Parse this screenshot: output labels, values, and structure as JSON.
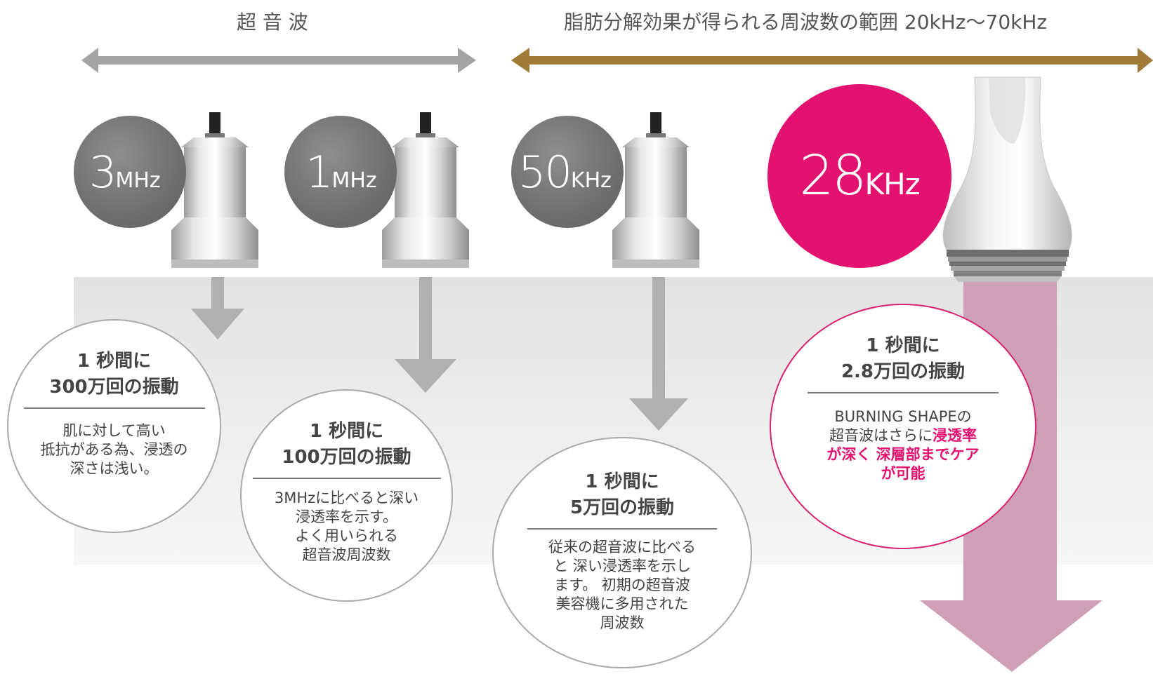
{
  "header": {
    "left_label": "超 音 波",
    "right_label": "脂肪分解効果が得られる周波数の範囲 20kHz〜70kHz"
  },
  "colors": {
    "left_arrow": "#a4a4a4",
    "right_arrow": "#a07b37",
    "highlight": "#e3116f",
    "down_arrow_gray": "#b0b0b0",
    "down_arrow_pink": "#cf9fb6"
  },
  "frequencies": [
    {
      "value": "3",
      "unit": "MHz",
      "title_line1": "1 秒間に",
      "title_line2": "300万回の振動",
      "desc": [
        "肌に対して高い",
        "抵抗がある為、浸透の",
        "深さは浅い。"
      ]
    },
    {
      "value": "1",
      "unit": "MHz",
      "title_line1": "1 秒間に",
      "title_line2": "100万回の振動",
      "desc": [
        "3MHzに比べると深い",
        "浸透率を示す。",
        "よく用いられる",
        "超音波周波数"
      ]
    },
    {
      "value": "50",
      "unit": "KHz",
      "title_line1": "1 秒間に",
      "title_line2": "5万回の振動",
      "desc": [
        "従来の超音波に比べる",
        "と 深い浸透率を示し",
        "ます。 初期の超音波",
        "美容機に多用された",
        "周波数"
      ]
    },
    {
      "value": "28",
      "unit": "KHz",
      "title_line1": "1 秒間に",
      "title_line2": "2.8万回の振動",
      "desc_line1": "BURNING SHAPEの",
      "desc_line2_plain": "超音波はさらに",
      "desc_line2_hl": "浸透率",
      "desc_line3_hl": "が深く 深層部までケア",
      "desc_line4_hl": "が可能"
    }
  ]
}
